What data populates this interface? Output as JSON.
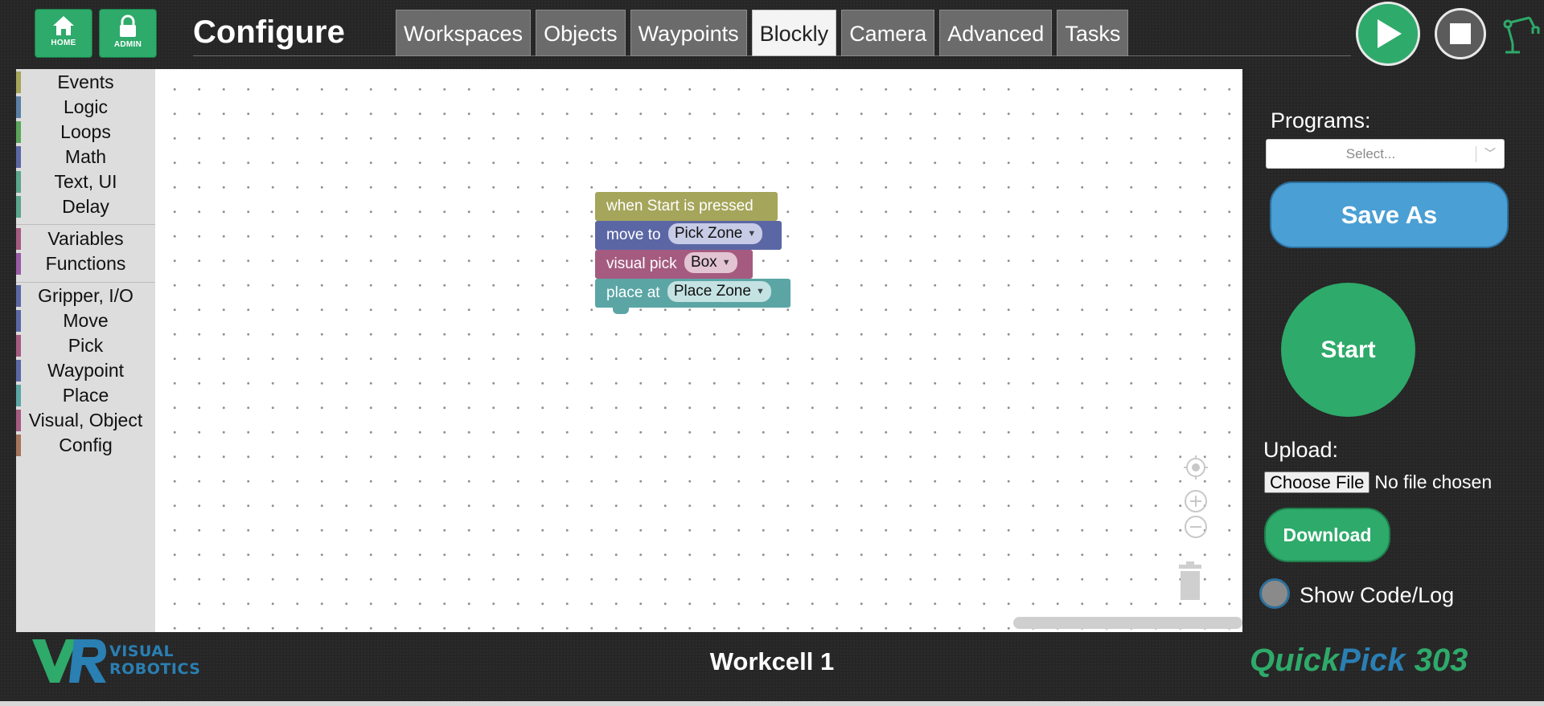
{
  "header": {
    "home_label": "HOME",
    "admin_label": "ADMIN",
    "page_title": "Configure",
    "tabs": [
      {
        "label": "Workspaces",
        "active": false
      },
      {
        "label": "Objects",
        "active": false
      },
      {
        "label": "Waypoints",
        "active": false
      },
      {
        "label": "Blockly",
        "active": true
      },
      {
        "label": "Camera",
        "active": false
      },
      {
        "label": "Advanced",
        "active": false
      },
      {
        "label": "Tasks",
        "active": false
      }
    ],
    "icons": [
      "home-icon",
      "lock-icon",
      "play-icon",
      "stop-icon",
      "robot-arm-icon"
    ]
  },
  "toolbox": {
    "categories": [
      {
        "label": "Events",
        "color": "#a5a55b"
      },
      {
        "label": "Logic",
        "color": "#5b80a5"
      },
      {
        "label": "Loops",
        "color": "#5ba55b"
      },
      {
        "label": "Math",
        "color": "#5b67a5"
      },
      {
        "label": "Text, UI",
        "color": "#5ba58c"
      },
      {
        "label": "Delay",
        "color": "#5ba58c"
      },
      {
        "label": "Variables",
        "color": "#a55b80"
      },
      {
        "label": "Functions",
        "color": "#995ba5"
      },
      {
        "label": "Gripper, I/O",
        "color": "#5b67a5"
      },
      {
        "label": "Move",
        "color": "#5b67a5"
      },
      {
        "label": "Pick",
        "color": "#a55b80"
      },
      {
        "label": "Waypoint",
        "color": "#5b67a5"
      },
      {
        "label": "Place",
        "color": "#5ba5a5"
      },
      {
        "label": "Visual, Object",
        "color": "#a55b80"
      },
      {
        "label": "Config",
        "color": "#a5745b"
      }
    ]
  },
  "blocks": [
    {
      "text": "when Start is pressed",
      "color": "#a5a55b"
    },
    {
      "text": "move to",
      "field": "Pick Zone",
      "color": "#5b67a5",
      "field_bg": "#c7cbe6"
    },
    {
      "text": "visual pick",
      "field": "Box",
      "color": "#a55b80",
      "field_bg": "#e3c4d2"
    },
    {
      "text": "place at",
      "field": "Place Zone",
      "color": "#5ba5a5",
      "field_bg": "#c4e2e2"
    }
  ],
  "workspace_controls": [
    "recenter-icon",
    "zoom-in-icon",
    "zoom-out-icon",
    "trash-icon"
  ],
  "right_panel": {
    "programs_label": "Programs:",
    "select_placeholder": "Select...",
    "save_as_label": "Save As",
    "start_label": "Start",
    "upload_label": "Upload:",
    "choose_file_label": "Choose File",
    "no_file_label": "No file chosen",
    "download_label": "Download",
    "show_code_label": "Show Code/Log"
  },
  "footer": {
    "workcell": "Workcell 1",
    "logo_top": "VISUAL",
    "logo_bottom": "ROBOTICS",
    "product_a": "Quick",
    "product_b": "Pick",
    "product_c": "303",
    "colors": {
      "green": "#2eaa6a",
      "blue": "#2a7fb3"
    }
  }
}
